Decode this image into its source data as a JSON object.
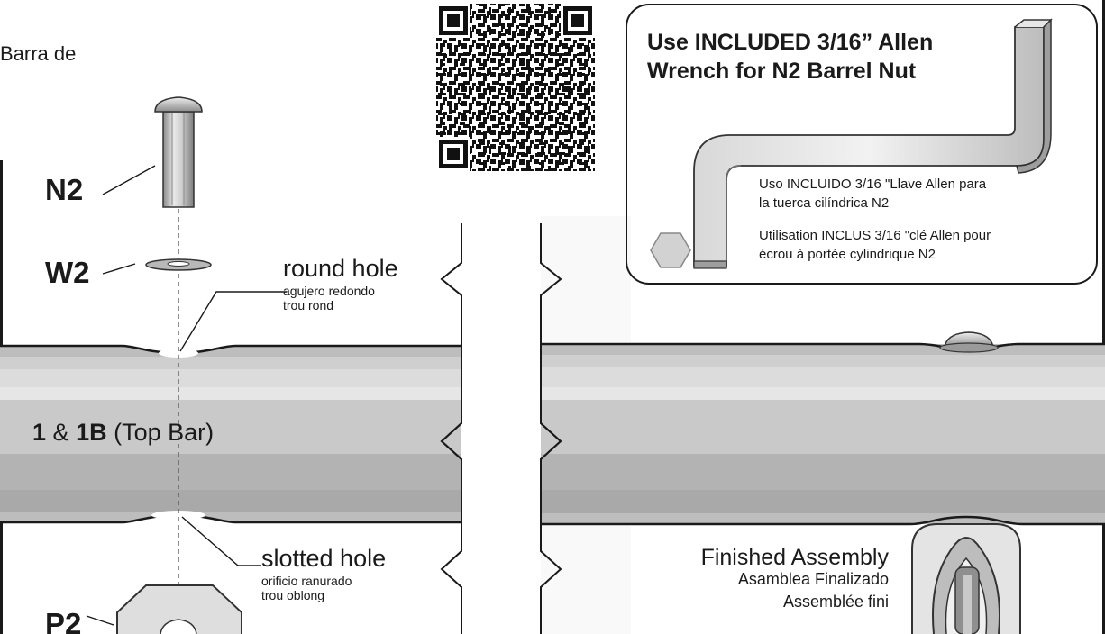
{
  "header": {
    "fragment": "Barra de"
  },
  "parts": {
    "n2": "N2",
    "w2": "W2",
    "p2": "P2",
    "top_bar_num1": "1",
    "top_bar_amp": "&",
    "top_bar_num2": "1B",
    "top_bar_label": "(Top Bar)"
  },
  "callouts": {
    "round_hole": {
      "en": "round hole",
      "es": "agujero redondo",
      "fr": "trou rond"
    },
    "slotted_hole": {
      "en": "slotted hole",
      "es": "orificio ranurado",
      "fr": "trou oblong"
    }
  },
  "finished": {
    "en": "Finished Assembly",
    "es": "Asamblea Finalizado",
    "fr": "Assemblée fini"
  },
  "wrench_panel": {
    "title_line1": "Use INCLUDED 3/16” Allen",
    "title_line2": "Wrench for N2 Barrel Nut",
    "es_line1": "Uso INCLUIDO 3/16 \"Llave Allen para",
    "es_line2": "la tuerca cilíndrica N2",
    "fr_line1": "Utilisation INCLUS 3/16 \"clé Allen pour",
    "fr_line2": "écrou à portée cylindrique N2"
  },
  "qr_code": {
    "icon": "qr-code-icon"
  },
  "colors": {
    "ink": "#1a1a1a",
    "bar_mid": "#b9b9b9",
    "bar_light": "#e2e2e2",
    "bar_dark": "#a6a6a6"
  }
}
